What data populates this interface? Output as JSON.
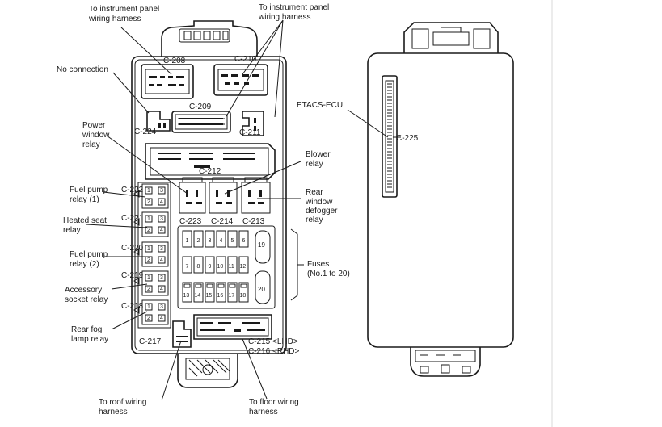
{
  "labels": {
    "to_ip_harness_left": [
      "To instrument panel",
      "wiring harness"
    ],
    "to_ip_harness_right": [
      "To instrument panel",
      "wiring harness"
    ],
    "no_connection": "No connection",
    "power_window_relay": [
      "Power",
      "window",
      "relay"
    ],
    "fuel_pump_relay_1": [
      "Fuel pump",
      "relay (1)"
    ],
    "heated_seat_relay": [
      "Heated seat",
      "relay"
    ],
    "fuel_pump_relay_2": [
      "Fuel pump",
      "relay (2)"
    ],
    "accessory_socket_relay": [
      "Accessory",
      "socket relay"
    ],
    "rear_fog_lamp_relay": [
      "Rear fog",
      "lamp relay"
    ],
    "blower_relay": [
      "Blower",
      "relay"
    ],
    "rear_window_defogger_relay": [
      "Rear",
      "window",
      "defogger",
      "relay"
    ],
    "fuses": [
      "Fuses",
      "(No.1 to 20)"
    ],
    "etacs_ecu": "ETACS-ECU",
    "to_roof_harness": [
      "To roof wiring",
      "harness"
    ],
    "to_floor_harness": [
      "To floor wiring",
      "harness"
    ]
  },
  "connectors": {
    "c208": "C-208",
    "c210": "C-210",
    "c209": "C-209",
    "c224": "C-224",
    "c211": "C-211",
    "c212": "C-212",
    "c222": "C-222",
    "c221": "C-221",
    "c220": "C-220",
    "c219": "C-219",
    "c218": "C-218",
    "c217": "C-217",
    "c223": "C-223",
    "c214": "C-214",
    "c213": "C-213",
    "c215": "C-215 <LHD>",
    "c216": "C-216 <RHD>",
    "c225": "C-225"
  },
  "fuses": {
    "row1": [
      "1",
      "2",
      "3",
      "4",
      "5",
      "6"
    ],
    "row2": [
      "7",
      "8",
      "9",
      "10",
      "11",
      "12"
    ],
    "row3": [
      "13",
      "14",
      "15",
      "16",
      "17",
      "18"
    ],
    "big_top": "19",
    "big_bottom": "20"
  },
  "relay_terminals": {
    "top": [
      "1",
      "3"
    ],
    "bottom": [
      "2",
      "4"
    ]
  }
}
